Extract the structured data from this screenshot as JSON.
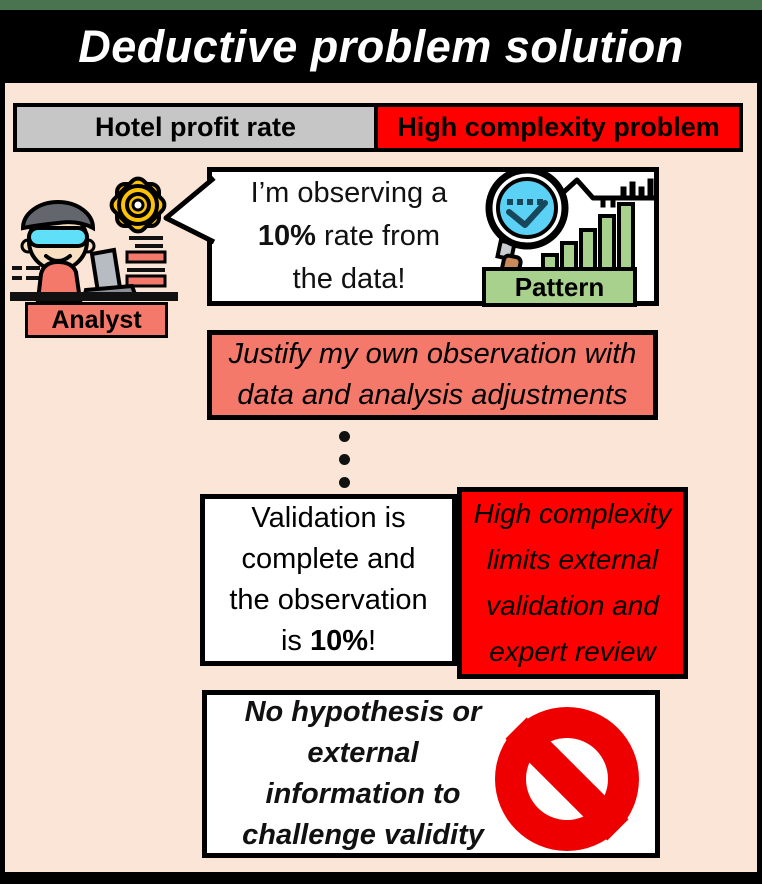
{
  "title": "Deductive problem solution",
  "problem_row": {
    "topic": "Hotel profit rate",
    "problem": "High complexity problem"
  },
  "analyst": {
    "label": "Analyst"
  },
  "speech": {
    "line1": "I’m observing a",
    "line2_bold": "10%",
    "line2_rest": " rate from",
    "line3": "the data!"
  },
  "pattern": {
    "label": "Pattern"
  },
  "justify": {
    "line1": "Justify my own observation with",
    "line2": "data and analysis adjustments"
  },
  "validation": {
    "line1": "Validation is",
    "line2": "complete and",
    "line3": "the observation",
    "line4_pre": "is ",
    "line4_bold": "10%",
    "line4_post": "!"
  },
  "limitation": {
    "line1": "High complexity",
    "line2": "limits external",
    "line3": "validation and",
    "line4": "expert review"
  },
  "conclusion": {
    "line1": "No hypothesis or",
    "line2": "external",
    "line3": "information to",
    "line4": "challenge validity"
  },
  "icons": {
    "gear": "yellow-gear",
    "analyst": "person-at-laptop-with-documents",
    "magnifier": "magnifying-glass-over-trend",
    "bars": "ascending-green-bar-chart",
    "prohibition": "red-no-entry-circle-slash",
    "ellipsis": "vertical-three-dots",
    "speech_tail": "speech-bubble-pointer"
  },
  "colors": {
    "background": "#FBE5D6",
    "frame": "#000000",
    "top_strip": "#4A7350",
    "highlight_red": "#FF0000",
    "salmon": "#F4796B",
    "gray": "#C6C6C6",
    "pattern_green": "#A9D18E",
    "lens_cyan": "#5BD1F5",
    "gear_yellow": "#FCC204"
  }
}
